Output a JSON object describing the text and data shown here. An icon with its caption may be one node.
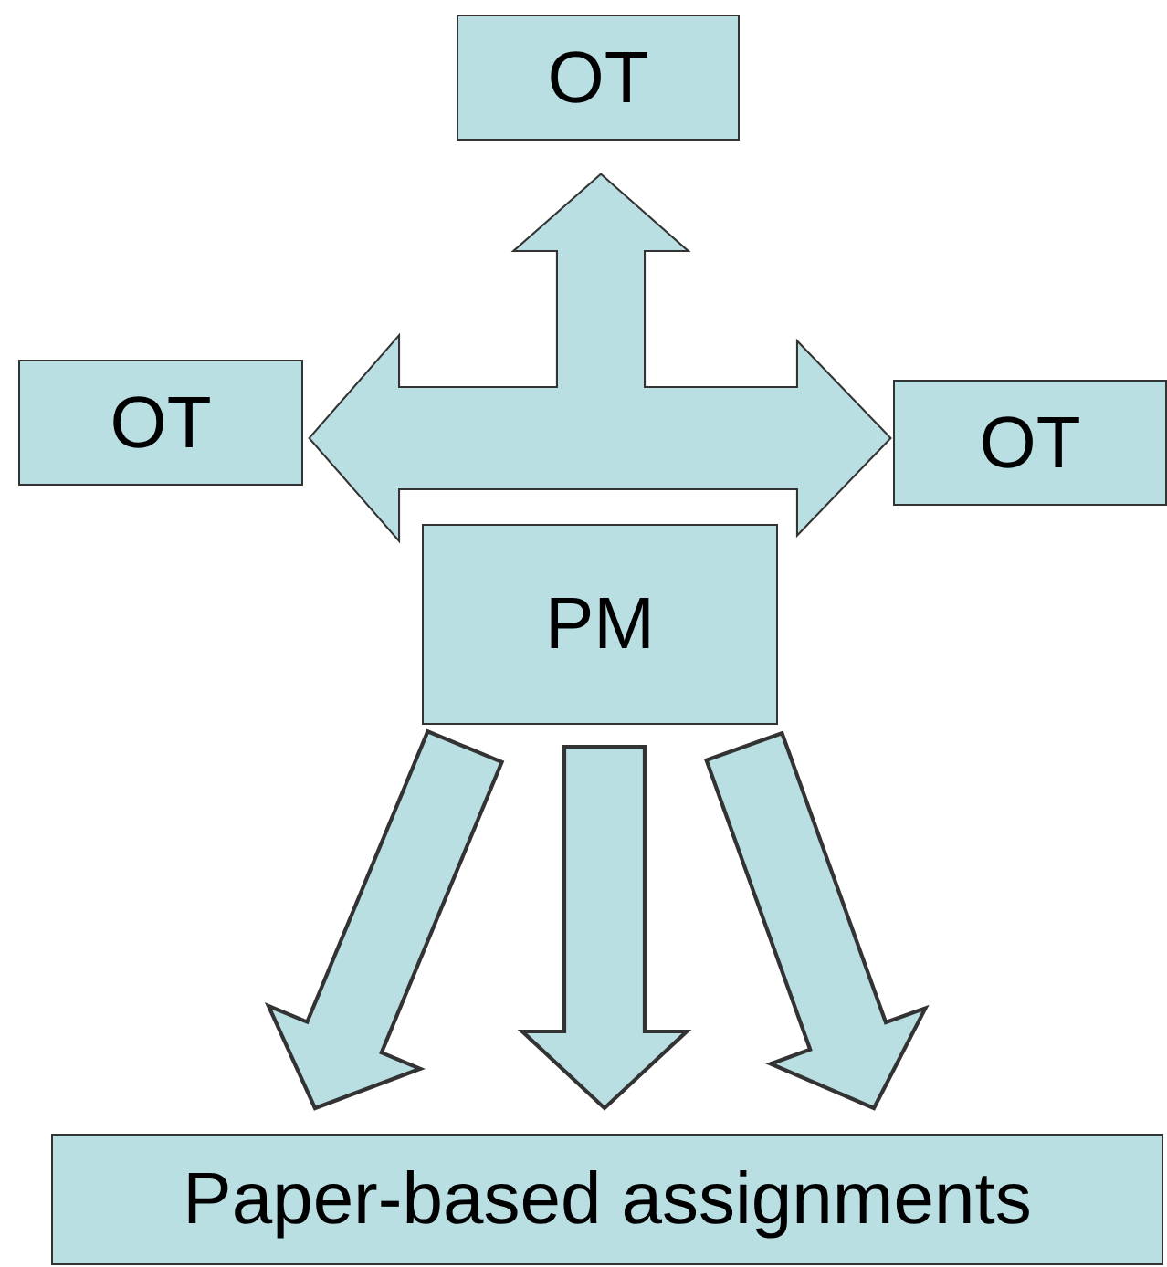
{
  "diagram": {
    "nodes": [
      {
        "text": [
          "OT"
        ]
      },
      {
        "text": [
          "OT"
        ]
      },
      {
        "text": [
          "OT"
        ]
      },
      {
        "text": [
          "PM"
        ]
      },
      {
        "text": [
          "Paper-based assignments"
        ]
      }
    ],
    "edges": [
      {
        "from": 3,
        "to": 0,
        "arrow": "to",
        "style": "thick"
      },
      {
        "from": 3,
        "to": 1,
        "arrow": "to",
        "style": "thick"
      },
      {
        "from": 3,
        "to": 2,
        "arrow": "to",
        "style": "thick"
      },
      {
        "from": 3,
        "to": 4,
        "arrow": "to",
        "style": "thick"
      },
      {
        "from": 3,
        "to": 4,
        "arrow": "to",
        "style": "thick"
      },
      {
        "from": 3,
        "to": 4,
        "arrow": "to",
        "style": "thick"
      }
    ]
  }
}
